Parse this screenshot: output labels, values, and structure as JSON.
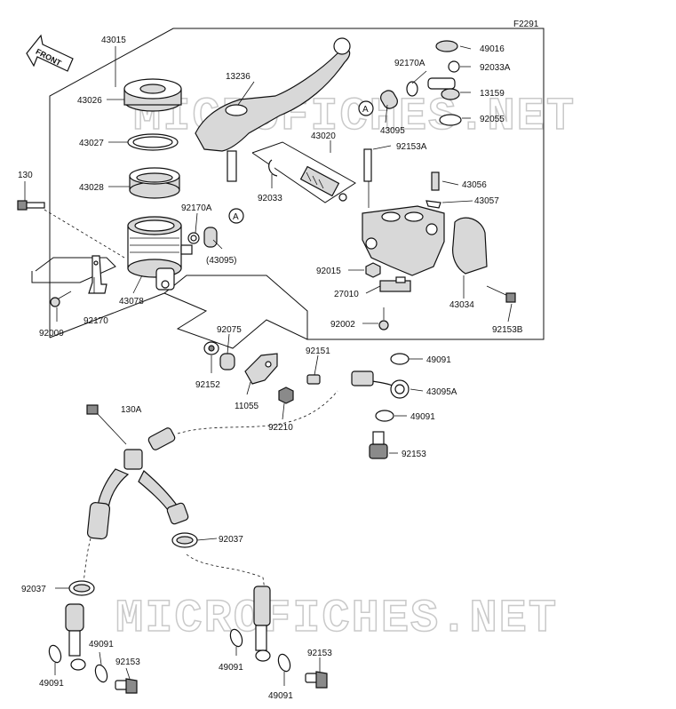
{
  "figure_code": "F2291",
  "front_label": "FRONT",
  "watermark": "MICROFICHES.NET",
  "callouts": {
    "c43015": "43015",
    "c43026": "43026",
    "c43027": "43027",
    "c43028": "43028",
    "c130": "130",
    "c92170A_left": "92170A",
    "c43095_paren": "(43095)",
    "c43078": "43078",
    "c92170": "92170",
    "c92009": "92009",
    "c13236": "13236",
    "c43020": "43020",
    "c92033": "92033",
    "c92170A_top": "92170A",
    "c43095": "43095",
    "c49016": "49016",
    "c92033A": "92033A",
    "c13159": "13159",
    "c92055": "92055",
    "c92153A": "92153A",
    "c43056": "43056",
    "c43057": "43057",
    "c92015": "92015",
    "c27010": "27010",
    "c92002": "92002",
    "c43034": "43034",
    "c92153B": "92153B",
    "c49091_mid": "49091",
    "c43095A": "43095A",
    "c49091_r2": "49091",
    "c92153_r": "92153",
    "c92075": "92075",
    "c92152": "92152",
    "c92151": "92151",
    "c11055": "11055",
    "c92210": "92210",
    "c130A": "130A",
    "c92037_mid": "92037",
    "c92037_left": "92037",
    "c49091_bl1": "49091",
    "c49091_bl2": "49091",
    "c92153_bl": "92153",
    "c49091_bm": "49091",
    "c92153_bm": "92153",
    "c49091_bm2": "49091"
  },
  "ref_markers": {
    "marker_left": "A",
    "marker_right": "A"
  }
}
